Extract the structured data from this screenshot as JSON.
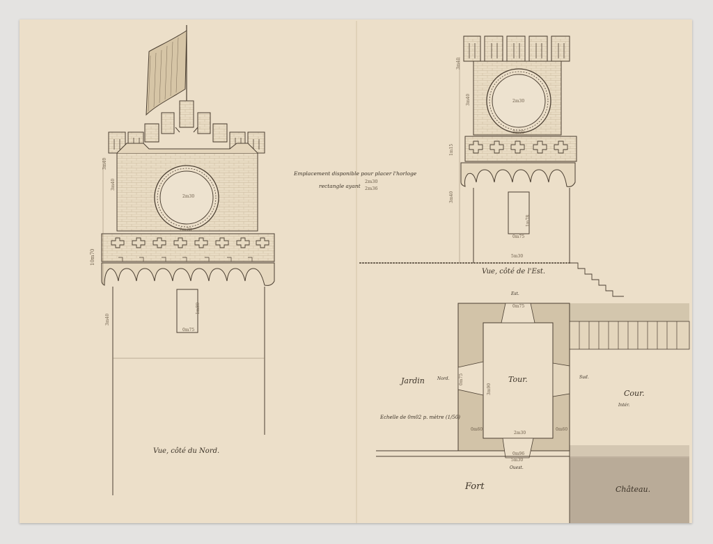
{
  "labels": {
    "north_view": "Vue, côté du Nord.",
    "east_view": "Vue, côté de l'Est.",
    "space_note_line1": "Emplacement disponible pour placer l'horloge",
    "space_note_line2": "rectangle ayant",
    "space_note_dims_top": "2m30",
    "space_note_dims_bottom": "2m36",
    "scale": "Echelle de 0m02 p. mètre (1/50)",
    "garden": "Jardin",
    "tower": "Tour.",
    "courtyard": "Cour.",
    "courtyard_sub": "Intér.",
    "fort": "Fort",
    "chateau": "Château.",
    "north": "Nord.",
    "south": "Sud.",
    "east": "Est.",
    "west": "Ouest."
  },
  "dimensions": {
    "north_clock": "2m30",
    "north_clock_width": "2m78",
    "north_door_h": "1m80",
    "north_door_w": "0m75",
    "north_crown_h": "3m40",
    "north_clock_h": "3m40",
    "north_balcony_h": "10m70",
    "north_base_h": "3m40",
    "east_clock": "2m30",
    "east_clock_width": "3m00",
    "east_door_h": "1m78",
    "east_door_w": "0m75",
    "east_base_w": "5m30",
    "east_crown_h": "3m40",
    "east_clock_h": "3m40",
    "east_balcony_h": "1m15",
    "east_base_h": "3m40",
    "plan_top_door": "0m75",
    "plan_side_door": "0m75",
    "plan_inner_w": "3m90",
    "plan_bottom_inner": "2m30",
    "plan_wall_l": "0m60",
    "plan_wall_r": "0m60",
    "plan_bottom_door": "0m96",
    "plan_outer_w": "5m30"
  }
}
